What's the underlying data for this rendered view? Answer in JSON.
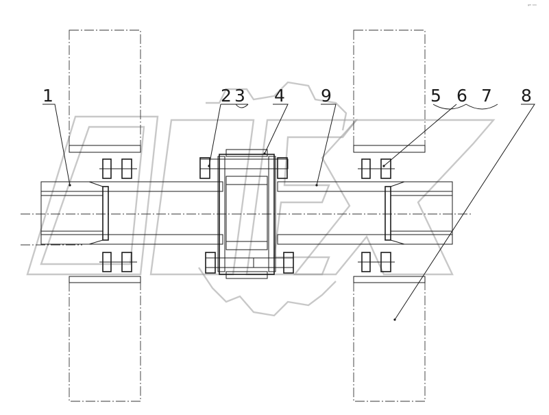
{
  "labels": {
    "l1": "1",
    "l2": "2",
    "l3": "3",
    "l4": "4",
    "l9": "9",
    "l5": "5",
    "l6": "6",
    "l7": "7",
    "l8": "8"
  },
  "corner_text": "ᵍᵐ ᵒᵒᵒ"
}
